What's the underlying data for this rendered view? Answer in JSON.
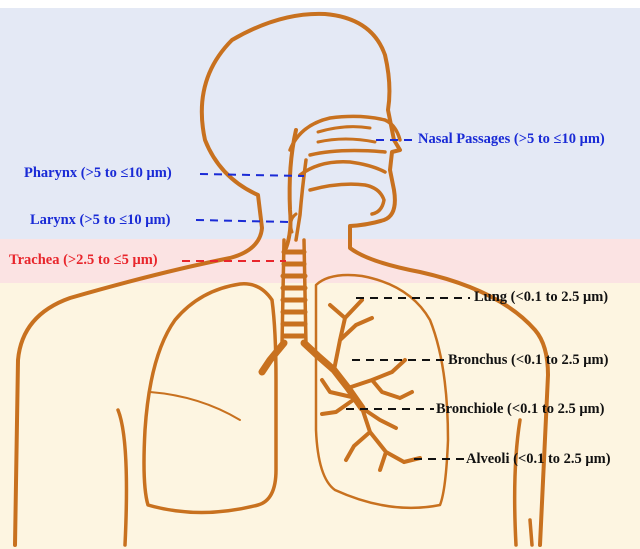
{
  "labels": {
    "nasal": "Nasal Passages (>5 to ≤10 μm)",
    "pharynx": "Pharynx (>5 to ≤10 μm)",
    "larynx": "Larynx (>5 to ≤10 μm)",
    "trachea": "Trachea (>2.5 to ≤5 μm)",
    "lung": "Lung (<0.1 to 2.5 μm)",
    "bronchus": "Bronchus (<0.1 to 2.5 μm)",
    "bronchiole": "Bronchiole (<0.1 to 2.5 μm)",
    "alveoli": "Alveoli (<0.1 to 2.5 μm)"
  },
  "colors": {
    "upper_zone": "#e4e9f5",
    "trachea_zone": "#fbe3e3",
    "lower_zone": "#fdf5e1",
    "outline": "#c8711f",
    "upper_label": "#1a2bd6",
    "trachea_label": "#e8262c",
    "lower_label": "#111111"
  }
}
